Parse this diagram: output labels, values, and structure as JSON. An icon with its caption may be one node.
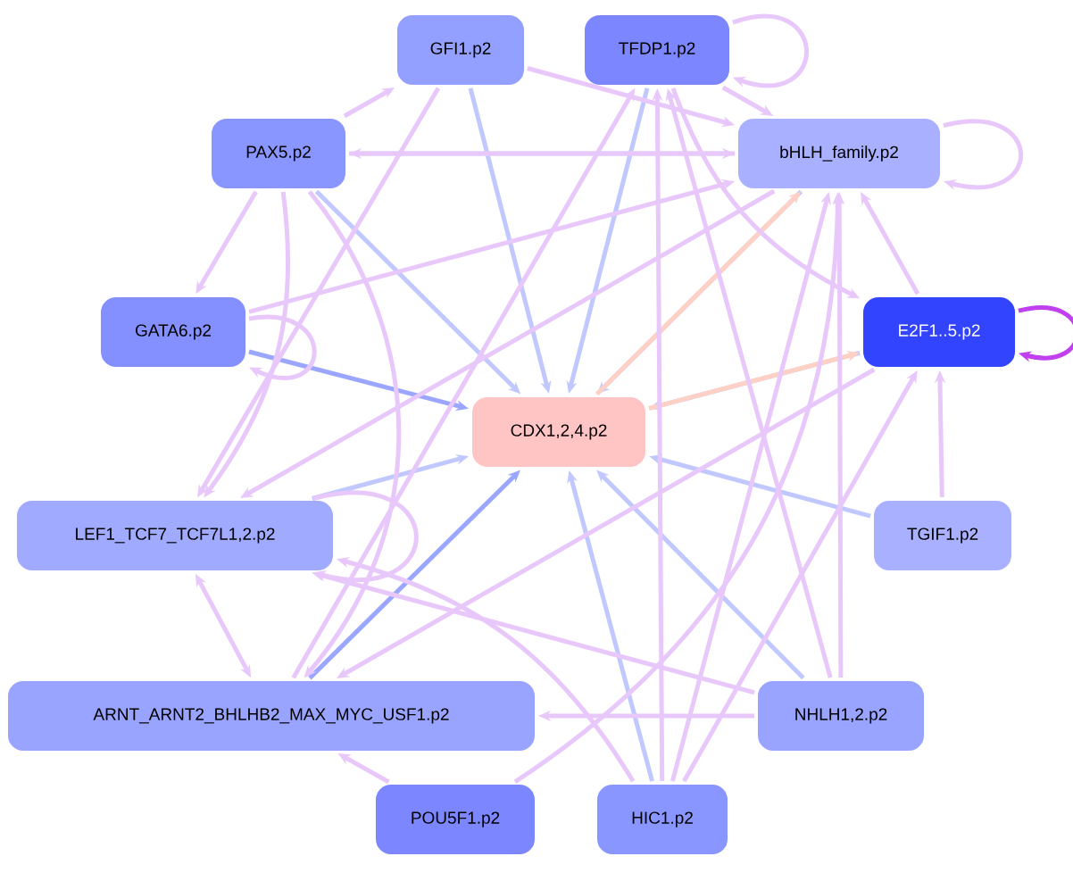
{
  "diagram": {
    "nodes": [
      {
        "text": [
          "GFI1.p2"
        ]
      },
      {
        "text": [
          "TFDP1.p2"
        ]
      },
      {
        "text": [
          "PAX5.p2"
        ]
      },
      {
        "text": [
          "bHLH_family.p2"
        ]
      },
      {
        "text": [
          "GATA6.p2"
        ]
      },
      {
        "text": [
          "CDX1,2,4.p2"
        ]
      },
      {
        "text": [
          "E2F1..5.p2"
        ]
      },
      {
        "text": [
          "LEF1_TCF7_TCF7L1,2.p2"
        ]
      },
      {
        "text": [
          "TGIF1.p2"
        ]
      },
      {
        "text": [
          "ARNT_ARNT2_BHLHB2_MAX_MYC_USF1.p2"
        ]
      },
      {
        "text": [
          "NHLH1,2.p2"
        ]
      },
      {
        "text": [
          "POU5F1.p2"
        ]
      },
      {
        "text": [
          "HIC1.p2"
        ]
      }
    ],
    "edges": [
      {
        "from": 0,
        "to": 5,
        "arrow": "to",
        "color": "#c0c8ff"
      },
      {
        "from": 1,
        "to": 5,
        "arrow": "to",
        "color": "#c0c8ff"
      },
      {
        "from": 2,
        "to": 5,
        "arrow": "to",
        "color": "#c0c8ff"
      },
      {
        "from": 3,
        "to": 5,
        "arrow": "to",
        "color": "#c0c8ff"
      },
      {
        "from": 4,
        "to": 5,
        "arrow": "to",
        "color": "#9aa6ff"
      },
      {
        "from": 6,
        "to": 5,
        "arrow": "to",
        "color": "#c0c8ff"
      },
      {
        "from": 5,
        "to": 3,
        "arrow": "to",
        "color": "#ffd0c4"
      },
      {
        "from": 5,
        "to": 6,
        "arrow": "to",
        "color": "#ffd0c4"
      },
      {
        "from": 7,
        "to": 5,
        "arrow": "to",
        "color": "#c0c8ff"
      },
      {
        "from": 8,
        "to": 5,
        "arrow": "to",
        "color": "#c0c8ff"
      },
      {
        "from": 9,
        "to": 5,
        "arrow": "to",
        "color": "#9aa6ff"
      },
      {
        "from": 10,
        "to": 5,
        "arrow": "to",
        "color": "#c0c8ff"
      },
      {
        "from": 12,
        "to": 5,
        "arrow": "to",
        "color": "#c0c8ff"
      },
      {
        "from": 1,
        "to": 1,
        "arrow": "to"
      },
      {
        "from": 3,
        "to": 3,
        "arrow": "to"
      },
      {
        "from": 6,
        "to": 6,
        "arrow": "to",
        "color": "#c040f0"
      },
      {
        "from": 4,
        "to": 4,
        "arrow": "to"
      },
      {
        "from": 7,
        "to": 7,
        "arrow": "to"
      },
      {
        "from": 2,
        "to": 0,
        "arrow": "to"
      },
      {
        "from": 2,
        "to": 4,
        "arrow": "to"
      },
      {
        "from": 1,
        "to": 3,
        "arrow": "to"
      },
      {
        "from": 0,
        "to": 3,
        "arrow": "to"
      },
      {
        "from": 2,
        "to": 3,
        "arrow": "to"
      },
      {
        "from": 3,
        "to": 2,
        "arrow": "to"
      },
      {
        "from": 6,
        "to": 3,
        "arrow": "to"
      },
      {
        "from": 1,
        "to": 6,
        "arrow": "to"
      },
      {
        "from": 2,
        "to": 7,
        "arrow": "to"
      },
      {
        "from": 2,
        "to": 9,
        "arrow": "to"
      },
      {
        "from": 0,
        "to": 7,
        "arrow": "to"
      },
      {
        "from": 3,
        "to": 7,
        "arrow": "to"
      },
      {
        "from": 6,
        "to": 9,
        "arrow": "to"
      },
      {
        "from": 7,
        "to": 9,
        "arrow": "both"
      },
      {
        "from": 11,
        "to": 9,
        "arrow": "to"
      },
      {
        "from": 10,
        "to": 9,
        "arrow": "to"
      },
      {
        "from": 10,
        "to": 7,
        "arrow": "to"
      },
      {
        "from": 12,
        "to": 7,
        "arrow": "to"
      },
      {
        "from": 12,
        "to": 3,
        "arrow": "to"
      },
      {
        "from": 10,
        "to": 3,
        "arrow": "to"
      },
      {
        "from": 8,
        "to": 6,
        "arrow": "to"
      },
      {
        "from": 12,
        "to": 6,
        "arrow": "to"
      },
      {
        "from": 9,
        "to": 1,
        "arrow": "to"
      },
      {
        "from": 12,
        "to": 1,
        "arrow": "to"
      },
      {
        "from": 10,
        "to": 1,
        "arrow": "to"
      },
      {
        "from": 4,
        "to": 3,
        "arrow": "to"
      },
      {
        "from": 11,
        "to": 3,
        "arrow": "to"
      }
    ]
  }
}
